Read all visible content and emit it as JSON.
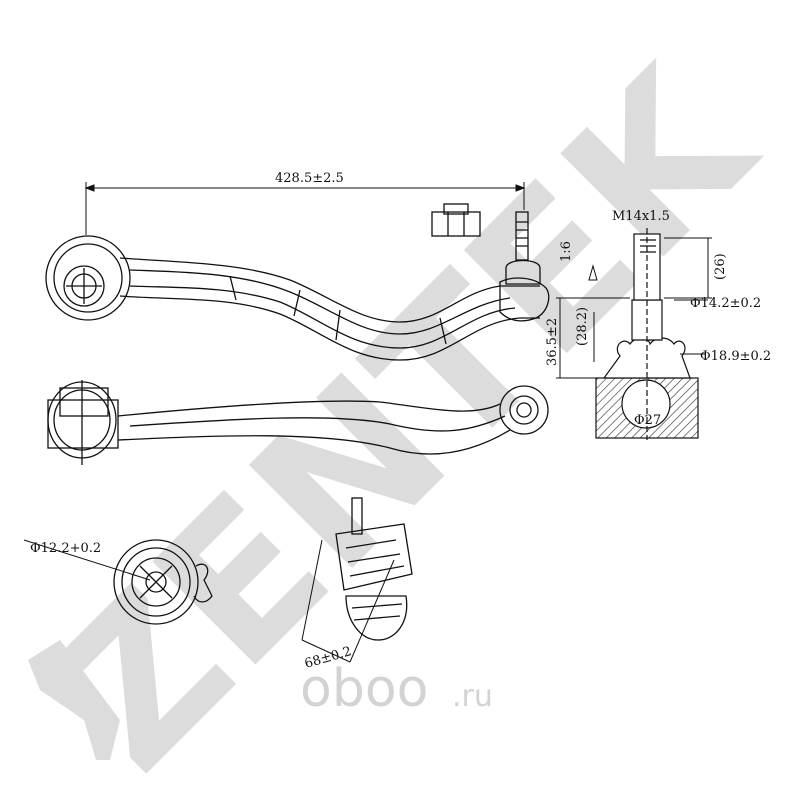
{
  "watermark": {
    "brand": "ZENTEK",
    "brand_color": "#dcdcdc",
    "site": "oboo",
    "site_domain": ".ru",
    "site_color": "#d3d3d3"
  },
  "dimensions": {
    "overall_length": "428.5±2.5",
    "thread": "M14x1.5",
    "taper": "1:6",
    "dim_26": "(26)",
    "dim_28_2": "(28.2)",
    "dim_36_5": "36.5±2",
    "dia_14_2": "Φ14.2±0.2",
    "dia_18_9": "Φ18.9±0.2",
    "dia_27": "Φ27",
    "dia_12_2": "Φ12.2+0.2",
    "width_68": "68±0.2"
  },
  "colors": {
    "line": "#111111",
    "hatch": "#333333"
  }
}
